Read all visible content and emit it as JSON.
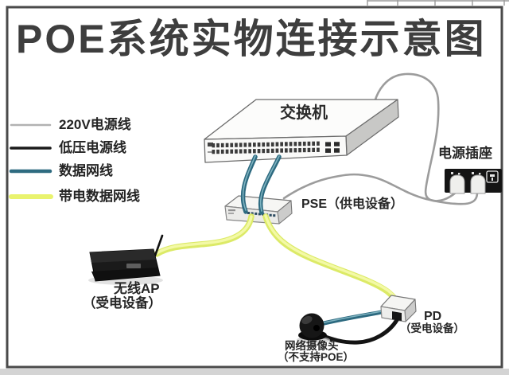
{
  "title": "POE系统实物连接示意图",
  "legend": {
    "items": [
      {
        "label": "220V电源线",
        "color": "#b2b2b2"
      },
      {
        "label": "低压电源线",
        "color": "#1b1b1b"
      },
      {
        "label": "数据网线",
        "color": "#2e6b80"
      },
      {
        "label": "带电数据网线",
        "color": "#e9f36e"
      }
    ]
  },
  "devices": {
    "switch": {
      "label": "交换机"
    },
    "socket": {
      "label": "电源插座"
    },
    "pse": {
      "label": "PSE（供电设备）"
    },
    "ap": {
      "label": "无线AP",
      "sublabel": "（受电设备）"
    },
    "pd": {
      "label": "PD",
      "sublabel": "（受电设备）"
    },
    "camera": {
      "label": "网络摄像头",
      "sublabel": "（不支持POE）"
    }
  },
  "cable_colors": {
    "power_220v": "#9c9c9c",
    "low_voltage_power": "#141414",
    "data": "#2d6a80",
    "powered_data": "#dcea67"
  }
}
